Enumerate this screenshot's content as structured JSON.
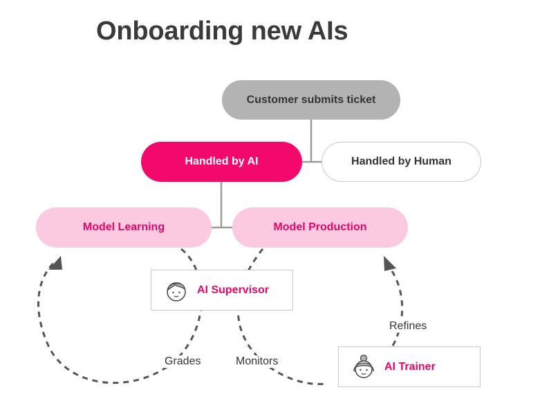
{
  "title": "Onboarding new AIs",
  "colors": {
    "accent": "#f2096b",
    "accent_light": "#fbc9e0",
    "gray_node": "#b3b3b3",
    "text_dark": "#333333",
    "connector": "#555555"
  },
  "nodes": {
    "ticket": "Customer submits ticket",
    "ai": "Handled by AI",
    "human": "Handled by Human",
    "learning": "Model Learning",
    "production": "Model Production",
    "supervisor": "AI Supervisor",
    "trainer": "AI Trainer"
  },
  "edge_labels": {
    "grades": "Grades",
    "monitors": "Monitors",
    "refines": "Refines"
  },
  "icons": {
    "supervisor_avatar": "person-short-hair-icon",
    "trainer_avatar": "person-bun-hair-icon"
  }
}
